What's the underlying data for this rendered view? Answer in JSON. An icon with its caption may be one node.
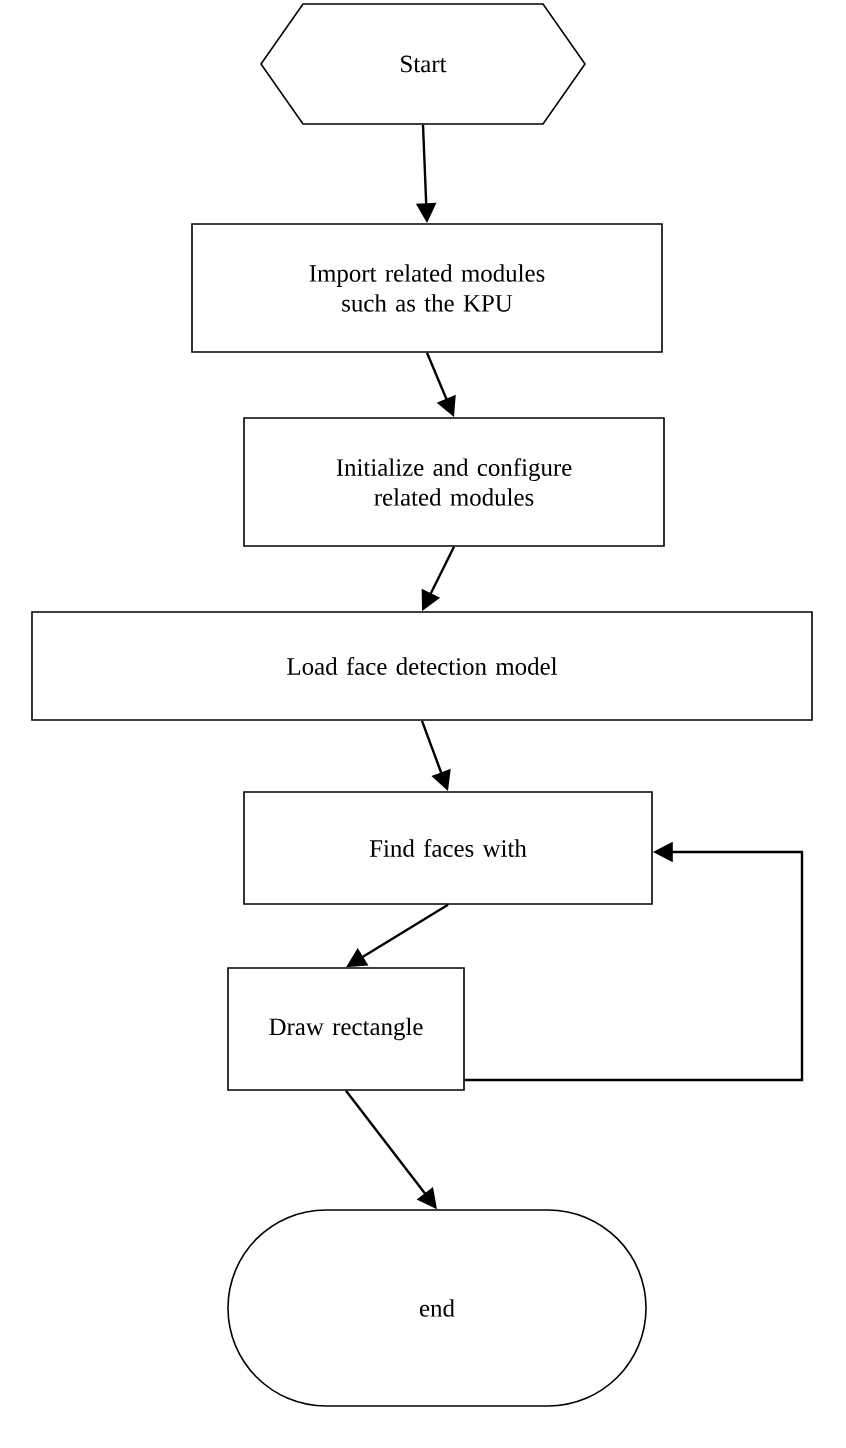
{
  "diagram": {
    "nodes": [
      {
        "text": [
          "Start"
        ]
      },
      {
        "text": [
          "Import related modules such as the KPU"
        ]
      },
      {
        "text": [
          "Initialize and configure related modules"
        ]
      },
      {
        "text": [
          "Load face detection model"
        ]
      },
      {
        "text": [
          "Find faces with"
        ]
      },
      {
        "text": [
          "Draw rectangle"
        ]
      },
      {
        "text": [
          "end"
        ]
      }
    ],
    "edges": [
      {
        "from": 0,
        "to": 1,
        "arrow": "to"
      },
      {
        "from": 1,
        "to": 2,
        "arrow": "to"
      },
      {
        "from": 2,
        "to": 3,
        "arrow": "to"
      },
      {
        "from": 3,
        "to": 4,
        "arrow": "to"
      },
      {
        "from": 4,
        "to": 5,
        "arrow": "to"
      },
      {
        "from": 5,
        "to": 6,
        "arrow": "to"
      },
      {
        "from": 5,
        "to": 4,
        "arrow": "to"
      }
    ]
  }
}
